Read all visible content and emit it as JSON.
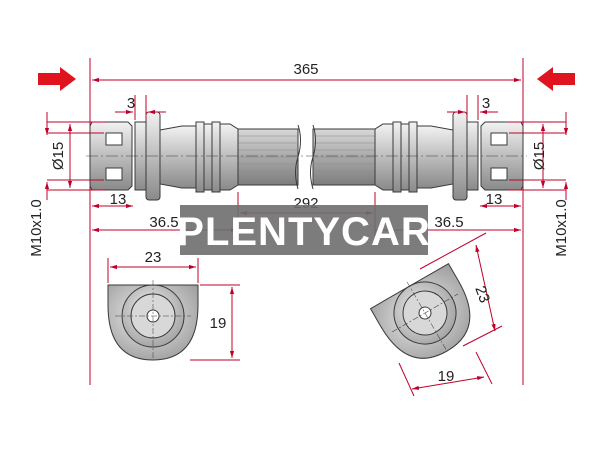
{
  "watermark": {
    "text": "PLENTYCAR"
  },
  "dimensions": {
    "overall_length": "365",
    "hose_length": "292",
    "left_flange_gap": "3",
    "right_flange_gap": "3",
    "left_diameter": "Ø15",
    "right_diameter": "Ø15",
    "left_fitting_length": "13",
    "right_fitting_length": "13",
    "left_end_length": "36.5",
    "right_end_length": "36.5",
    "left_thread": "M10x1.0",
    "right_thread": "M10x1.0",
    "left_bracket_width": "23",
    "left_bracket_height": "19",
    "right_bracket_width": "23",
    "right_bracket_height": "19"
  },
  "colors": {
    "dimension_line": "#c0002a",
    "arrow": "#e0141e",
    "outline": "#3a3a3a",
    "part_fill": "#cfcfcf",
    "watermark_bg": "#6e6e6e"
  }
}
